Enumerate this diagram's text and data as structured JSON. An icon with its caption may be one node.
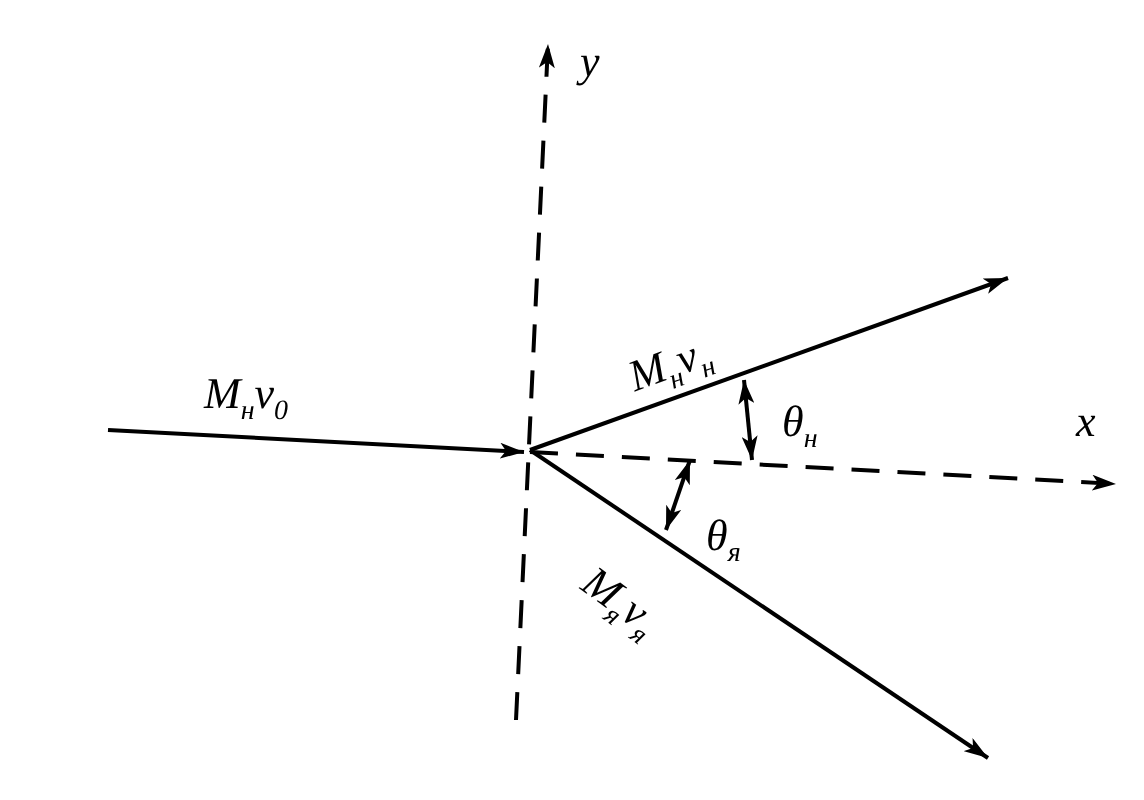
{
  "diagram": {
    "labels": [
      "y",
      "M$_{н}$v$_{н}$",
      "M$_{н}$v$_{0}$",
      "θ$_{н}$",
      "x",
      "θ$_{я}$",
      "M$_{я}$v$_{я}$"
    ]
  }
}
